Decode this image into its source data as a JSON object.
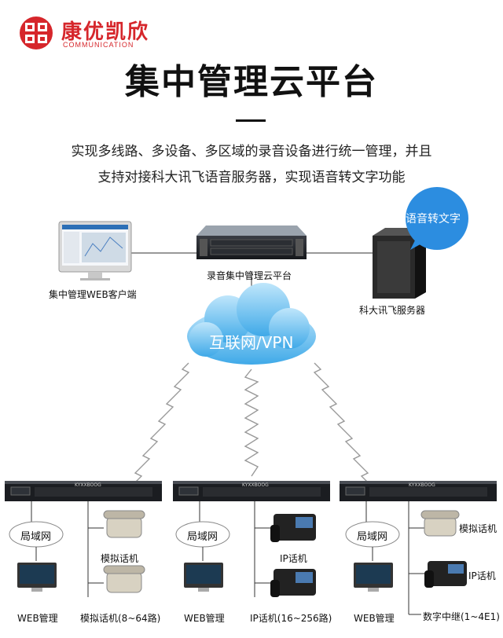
{
  "brand": {
    "name_cn": "康优凯欣",
    "name_en": "COMMUNICATION",
    "color": "#d6262b"
  },
  "title": "集中管理云平台",
  "description": {
    "line1": "实现多线路、多设备、多区域的录音设备进行统一管理，并且",
    "line2": "支持对接科大讯飞语音服务器，实现语音转文字功能"
  },
  "top_nodes": {
    "web_client_label": "集中管理WEB客户端",
    "server_label": "录音集中管理云平台",
    "ifly_label": "科大讯飞服务器",
    "speech_bubble": "语音转文字"
  },
  "cloud": {
    "label": "互联网/VPN",
    "color": "#3fa9e8"
  },
  "device_model": "KYXXBOOG",
  "sites": [
    {
      "lan_label": "局域网",
      "web_label": "WEB管理",
      "top_device_label": "模拟话机",
      "bottom_device_label": "模拟话机(8~64路)"
    },
    {
      "lan_label": "局域网",
      "web_label": "WEB管理",
      "top_device_label": "IP话机",
      "bottom_device_label": "IP话机(16~256路)"
    },
    {
      "lan_label": "局域网",
      "web_label": "WEB管理",
      "top_device_label": "模拟话机",
      "middle_device_label": "IP话机",
      "bottom_device_label": "数字中继(1~4E1)"
    }
  ]
}
